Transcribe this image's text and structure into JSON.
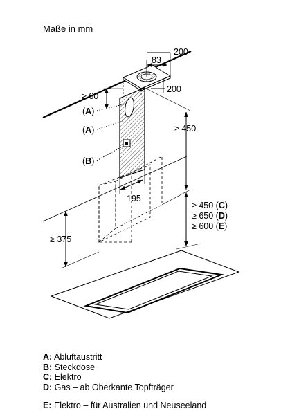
{
  "title": "Maße in mm",
  "dimensions": {
    "d200_top": "200",
    "d83": "83",
    "d200_side": "200",
    "d60": "≥ 60",
    "d450": "≥ 450",
    "d195": "195",
    "d375": "≥ 375",
    "min_c": {
      "prefix": "≥ 450 (",
      "key": "C",
      "suffix": ")"
    },
    "min_d": {
      "prefix": "≥ 650 (",
      "key": "D",
      "suffix": ")"
    },
    "min_e": {
      "prefix": "≥ 600 (",
      "key": "E",
      "suffix": ")"
    }
  },
  "callouts": {
    "a1": {
      "open": "(",
      "key": "A",
      "close": ")"
    },
    "a2": {
      "open": "(",
      "key": "A",
      "close": ")"
    },
    "b": {
      "open": "(",
      "key": "B",
      "close": ")"
    }
  },
  "legend": [
    {
      "key": "A:",
      "text": " Abluftaustritt"
    },
    {
      "key": "B:",
      "text": " Steckdose"
    },
    {
      "key": "C:",
      "text": " Elektro"
    },
    {
      "key": "D:",
      "text": " Gas – ab Oberkante Topfträger"
    },
    {
      "key": "E:",
      "text": " Elektro – für Australien und Neuseeland"
    }
  ]
}
